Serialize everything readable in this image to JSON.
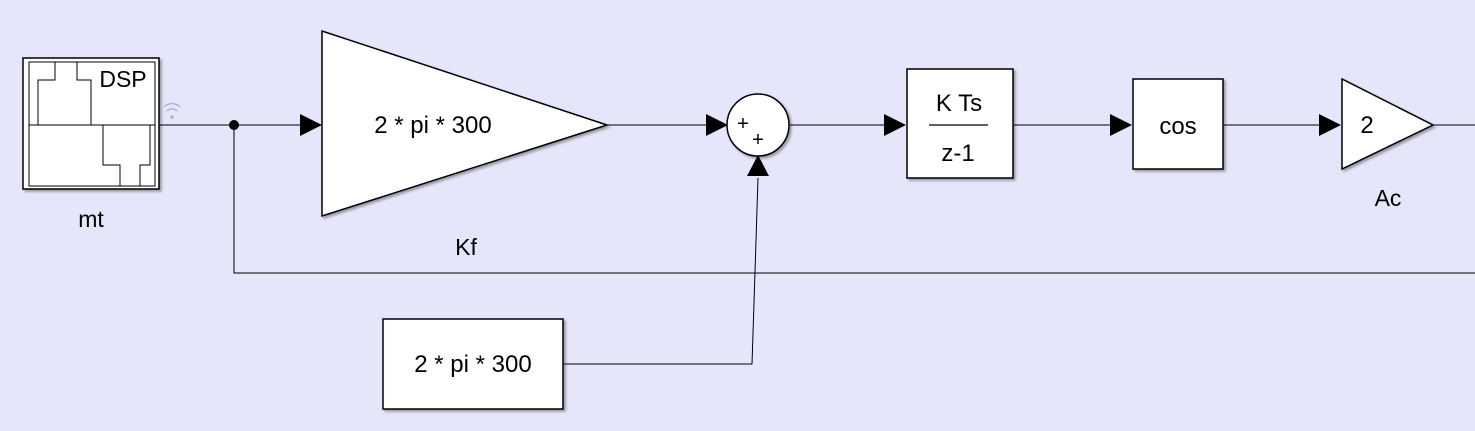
{
  "background_color": "#e6e6fa",
  "signal_source": {
    "icon_text": "DSP",
    "name": "mt"
  },
  "gain_kf": {
    "expression": "2 * pi * 300",
    "name": "Kf"
  },
  "sum": {
    "sign_1": "+",
    "sign_2": "+"
  },
  "integrator": {
    "numerator": "K Ts",
    "denominator": "z-1"
  },
  "cos_block": {
    "function": "cos"
  },
  "gain_ac": {
    "value": "2",
    "name": "Ac"
  },
  "constant": {
    "value": "2 * pi * 300"
  }
}
